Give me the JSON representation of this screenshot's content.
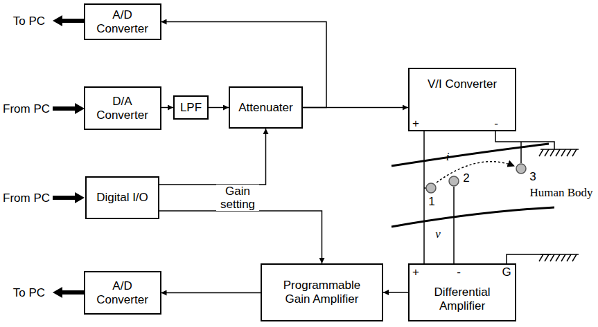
{
  "diagram": {
    "nodes": [
      {
        "text": [
          "A/D Converter"
        ]
      },
      {
        "text": [
          "D/A Converter"
        ]
      },
      {
        "text": [
          "LPF"
        ]
      },
      {
        "text": [
          "Attenuater"
        ]
      },
      {
        "text": [
          "V/I Converter"
        ]
      },
      {
        "text": [
          "Digital I/O"
        ]
      },
      {
        "text": [
          "Programmable Gain Amplifier"
        ]
      },
      {
        "text": [
          "Differential Amplifier"
        ]
      },
      {
        "text": [
          "A/D Converter"
        ]
      }
    ],
    "edges": [
      {
        "from": 1,
        "to": 2,
        "arrow": "to"
      },
      {
        "from": 2,
        "to": 3,
        "arrow": "to"
      },
      {
        "from": 3,
        "to": 4,
        "arrow": "to"
      },
      {
        "from": 3,
        "to": 0,
        "arrow": "to"
      },
      {
        "from": 5,
        "to": 3,
        "arrow": "to"
      },
      {
        "from": 5,
        "to": 6,
        "arrow": "to"
      },
      {
        "from": 7,
        "to": 6,
        "arrow": "to"
      },
      {
        "from": 6,
        "to": 8,
        "arrow": "to"
      }
    ],
    "labels": [
      "To PC",
      "From PC",
      "From PC",
      "To PC",
      "Gain setting",
      "+",
      "-",
      "i",
      "1",
      "3",
      "2",
      "Human Body",
      "v",
      "+",
      "-",
      "G"
    ]
  }
}
